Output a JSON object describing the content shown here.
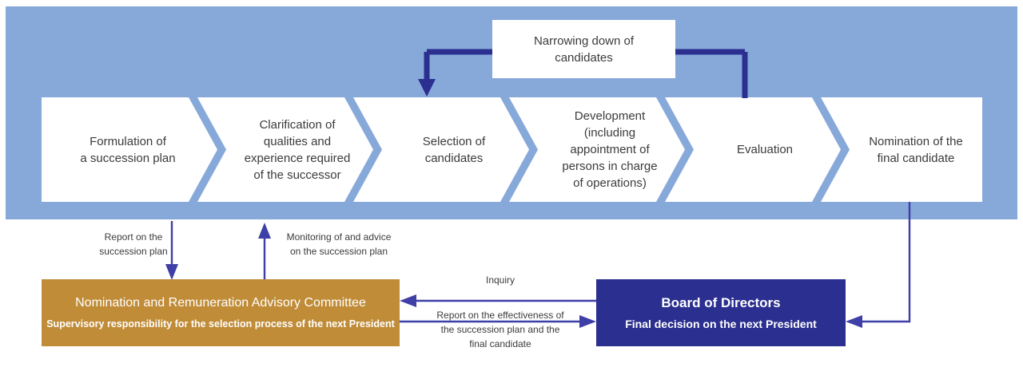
{
  "colors": {
    "band": "#86a9da",
    "chevron_fill": "#ffffff",
    "chevron_edge": "#86a9da",
    "arrow_dark": "#2b2f8f",
    "arrow_thin": "#3f3fa8",
    "committee_box": "#c08c38",
    "board_box": "#2b2f8f",
    "text_dark": "#3b3b3b",
    "text_light": "#ffffff"
  },
  "process": {
    "steps": [
      {
        "label": "Formulation of\na succession plan"
      },
      {
        "label": "Clarification of\nqualities and\nexperience required\nof the successor"
      },
      {
        "label": "Selection of\ncandidates"
      },
      {
        "label": "Development\n(including\nappointment of\npersons in charge\nof operations)"
      },
      {
        "label": "Evaluation"
      },
      {
        "label": "Nomination of the\nfinal candidate"
      }
    ]
  },
  "callout": {
    "narrowing_down": "Narrowing down of\ncandidates"
  },
  "entities": {
    "committee": {
      "title": "Nomination and Remuneration Advisory Committee",
      "subtitle": "Supervisory responsibility for the selection process of the next President"
    },
    "board": {
      "title": "Board of Directors",
      "subtitle": "Final decision on the next President"
    }
  },
  "connectors": {
    "report_succession_plan": "Report on the\nsuccession plan",
    "monitoring_advice": "Monitoring of and advice\non the succession plan",
    "inquiry": "Inquiry",
    "report_effectiveness": "Report on the effectiveness of\nthe succession plan and the\nfinal candidate"
  }
}
